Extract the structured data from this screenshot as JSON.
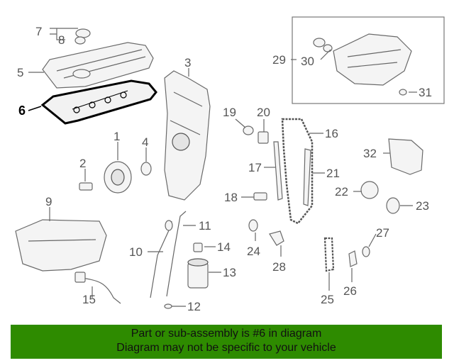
{
  "diagram": {
    "callouts": {
      "c1": "1",
      "c2": "2",
      "c3": "3",
      "c4": "4",
      "c5": "5",
      "c6": "6",
      "c7": "7",
      "c8": "8",
      "c9": "9",
      "c10": "10",
      "c11": "11",
      "c12": "12",
      "c13": "13",
      "c14": "14",
      "c15": "15",
      "c16": "16",
      "c17": "17",
      "c18": "18",
      "c19": "19",
      "c20": "20",
      "c21": "21",
      "c22": "22",
      "c23": "23",
      "c24": "24",
      "c25": "25",
      "c26": "26",
      "c27": "27",
      "c28": "28",
      "c29": "29",
      "c30": "30",
      "c31": "31",
      "c32": "32"
    },
    "highlight_color": "#000000",
    "part_color": "#6a6a6a"
  },
  "banner": {
    "line1": "Part or sub-assembly is #6 in diagram",
    "line2": "Diagram may not be specific to your vehicle",
    "background": "#2e8b00"
  }
}
